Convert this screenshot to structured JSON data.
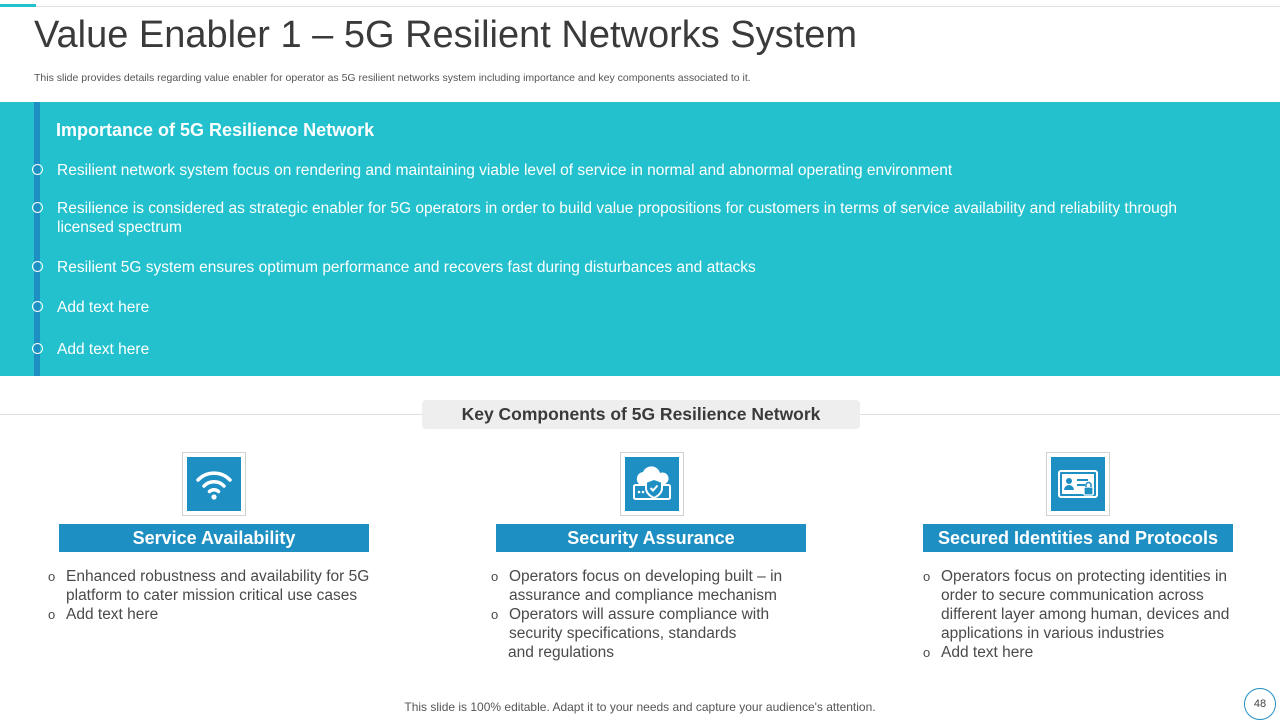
{
  "slide": {
    "title": "Value Enabler 1 – 5G Resilient Networks System",
    "subtitle": "This slide provides details regarding value enabler for operator as 5G resilient networks system including importance and key components associated to it."
  },
  "importance": {
    "heading": "Importance of 5G Resilience Network",
    "bullets": [
      "Resilient network system focus on rendering and maintaining viable level of service in normal and abnormal operating environment",
      "Resilience is considered as strategic enabler for 5G operators in order to build value propositions for customers in terms of service availability and reliability through licensed spectrum",
      "Resilient 5G system ensures optimum performance and recovers fast during disturbances and attacks",
      "Add text here",
      "Add text here"
    ]
  },
  "components": {
    "heading": "Key Components of 5G Resilience Network",
    "items": [
      {
        "title": "Service Availability",
        "icon": "wifi-icon",
        "points": [
          "Enhanced robustness and availability for 5G platform to cater mission critical use cases",
          "Add text here"
        ]
      },
      {
        "title": "Security Assurance",
        "icon": "cloud-shield-icon",
        "points": [
          "Operators focus on developing built – in assurance and compliance mechanism",
          "Operators will assure compliance with security specifications, standards",
          "and regulations"
        ]
      },
      {
        "title": "Secured Identities and Protocols",
        "icon": "id-card-icon",
        "points": [
          "Operators focus on protecting identities in order to secure communication across different layer among human, devices and applications in various industries",
          "Add text here"
        ]
      }
    ]
  },
  "footer": {
    "note": "This slide is 100% editable. Adapt it to your needs and capture your audience's attention.",
    "page_number": "48"
  },
  "colors": {
    "teal": "#22c1cd",
    "blue": "#1e8fc2"
  }
}
